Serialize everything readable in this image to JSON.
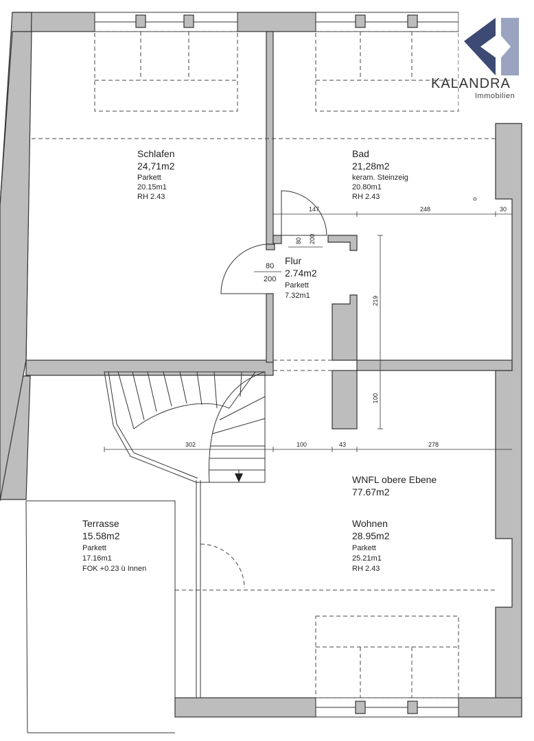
{
  "logo": {
    "name": "KALANDRA",
    "sub": "Immobilien",
    "color_dark": "#3d4a73",
    "color_light": "#9aa3bf"
  },
  "rooms": {
    "schlafen": {
      "name": "Schlafen",
      "area": "24,71m2",
      "floor": "Parkett",
      "perimeter": "20.15m1",
      "height": "RH 2.43"
    },
    "bad": {
      "name": "Bad",
      "area": "21,28m2",
      "floor": "keram. Steinzeig",
      "perimeter": "20.80m1",
      "height": "RH 2.43"
    },
    "flur": {
      "name": "Flur",
      "area": "2.74m2",
      "floor": "Parkett",
      "perimeter": "7.32m1"
    },
    "terrasse": {
      "name": "Terrasse",
      "area": "15.58m2",
      "floor": "Parkett",
      "perimeter": "17.16m1",
      "note": "FOK +0.23 ü Innen"
    },
    "wohnen": {
      "name": "Wohnen",
      "area": "28.95m2",
      "floor": "Parkett",
      "perimeter": "25.21m1",
      "height": "RH 2.43"
    }
  },
  "summary": {
    "label": "WNFL obere Ebene",
    "area": "77.67m2"
  },
  "dimensions": {
    "d147": "147",
    "d248": "248",
    "d30": "30",
    "d219": "219",
    "d100v": "100",
    "d302": "302",
    "d100h": "100",
    "d43": "43",
    "d278": "278"
  },
  "doors": {
    "flur_bad": {
      "w": "80",
      "h": "200"
    },
    "flur_schlafen": {
      "w": "80",
      "h": "200"
    }
  }
}
